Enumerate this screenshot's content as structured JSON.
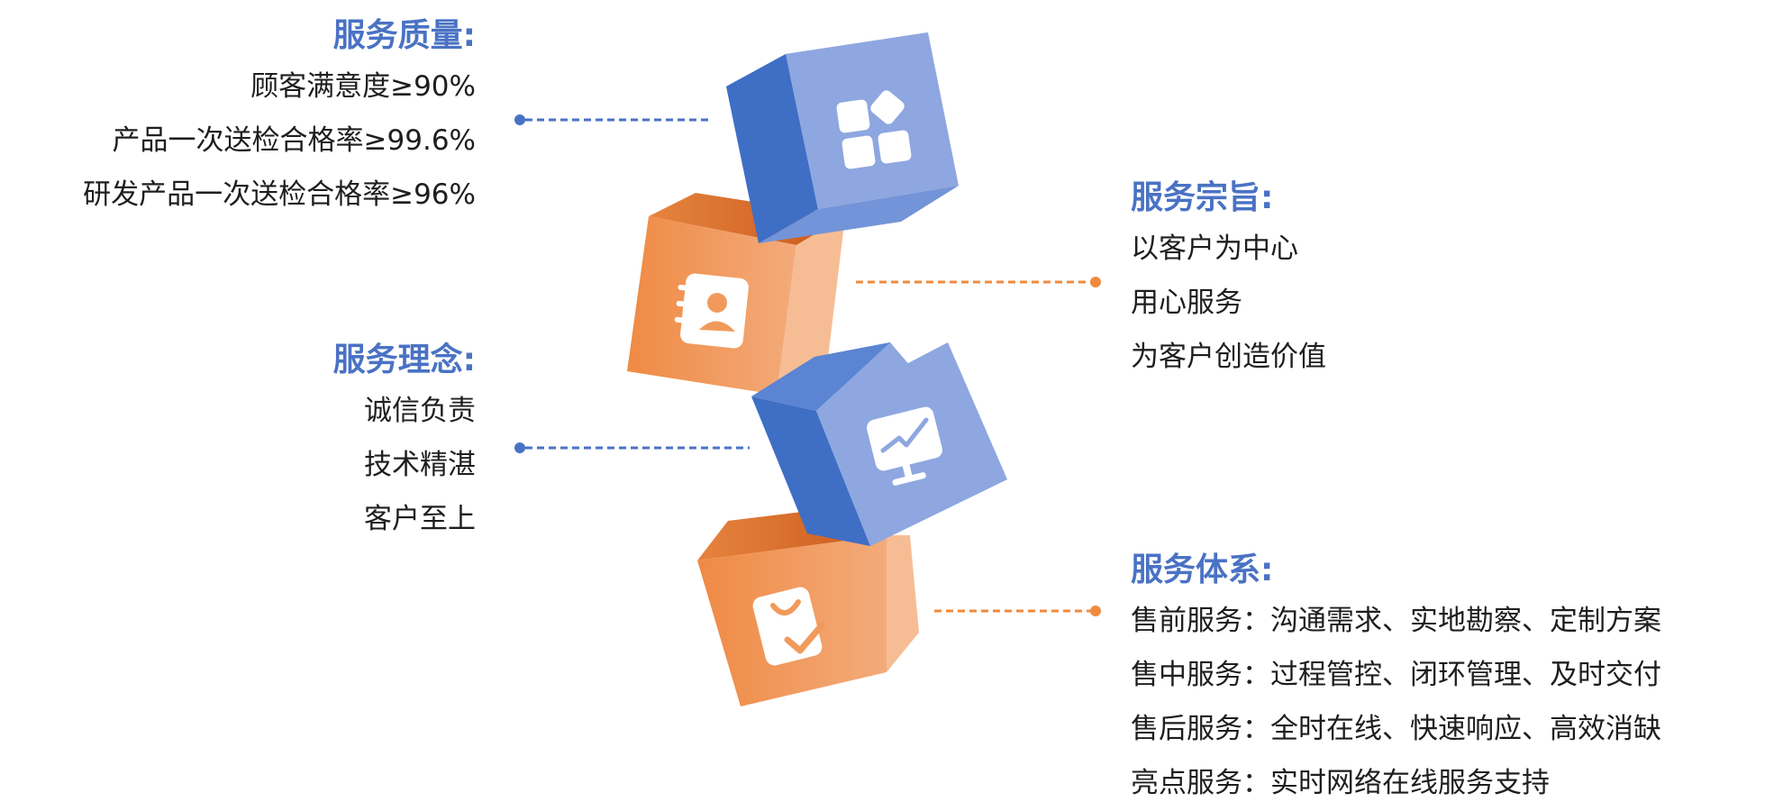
{
  "colors": {
    "blue_heading": "#4a72c4",
    "blue_cube_front": "#8ea7e0",
    "blue_cube_side": "#3f6ec5",
    "blue_cube_top": "#5b84d3",
    "orange_cube_front": "#f19a5c",
    "orange_cube_side": "#f6bd95",
    "orange_cube_top": "#de6f27",
    "orange_connector": "#f08a3e",
    "text": "#1e1e1e"
  },
  "service_quality": {
    "title": "服务质量:",
    "items": [
      "顾客满意度≥90%",
      "产品一次送检合格率≥99.6%",
      "研发产品一次送检合格率≥96%"
    ],
    "icon": "blocks-icon"
  },
  "service_philosophy": {
    "title": "服务理念:",
    "items": [
      "诚信负责",
      "技术精湛",
      "客户至上"
    ],
    "icon": "monitor-chart-icon"
  },
  "service_purpose": {
    "title": "服务宗旨:",
    "items": [
      "以客户为中心",
      "用心服务",
      "为客户创造价值"
    ],
    "icon": "contact-book-icon"
  },
  "service_system": {
    "title": "服务体系:",
    "items": [
      "售前服务：沟通需求、实地勘察、定制方案",
      "售中服务：过程管控、闭环管理、及时交付",
      "售后服务：全时在线、快速响应、高效消缺",
      "亮点服务：实时网络在线服务支持"
    ],
    "icon": "tag-check-icon"
  }
}
